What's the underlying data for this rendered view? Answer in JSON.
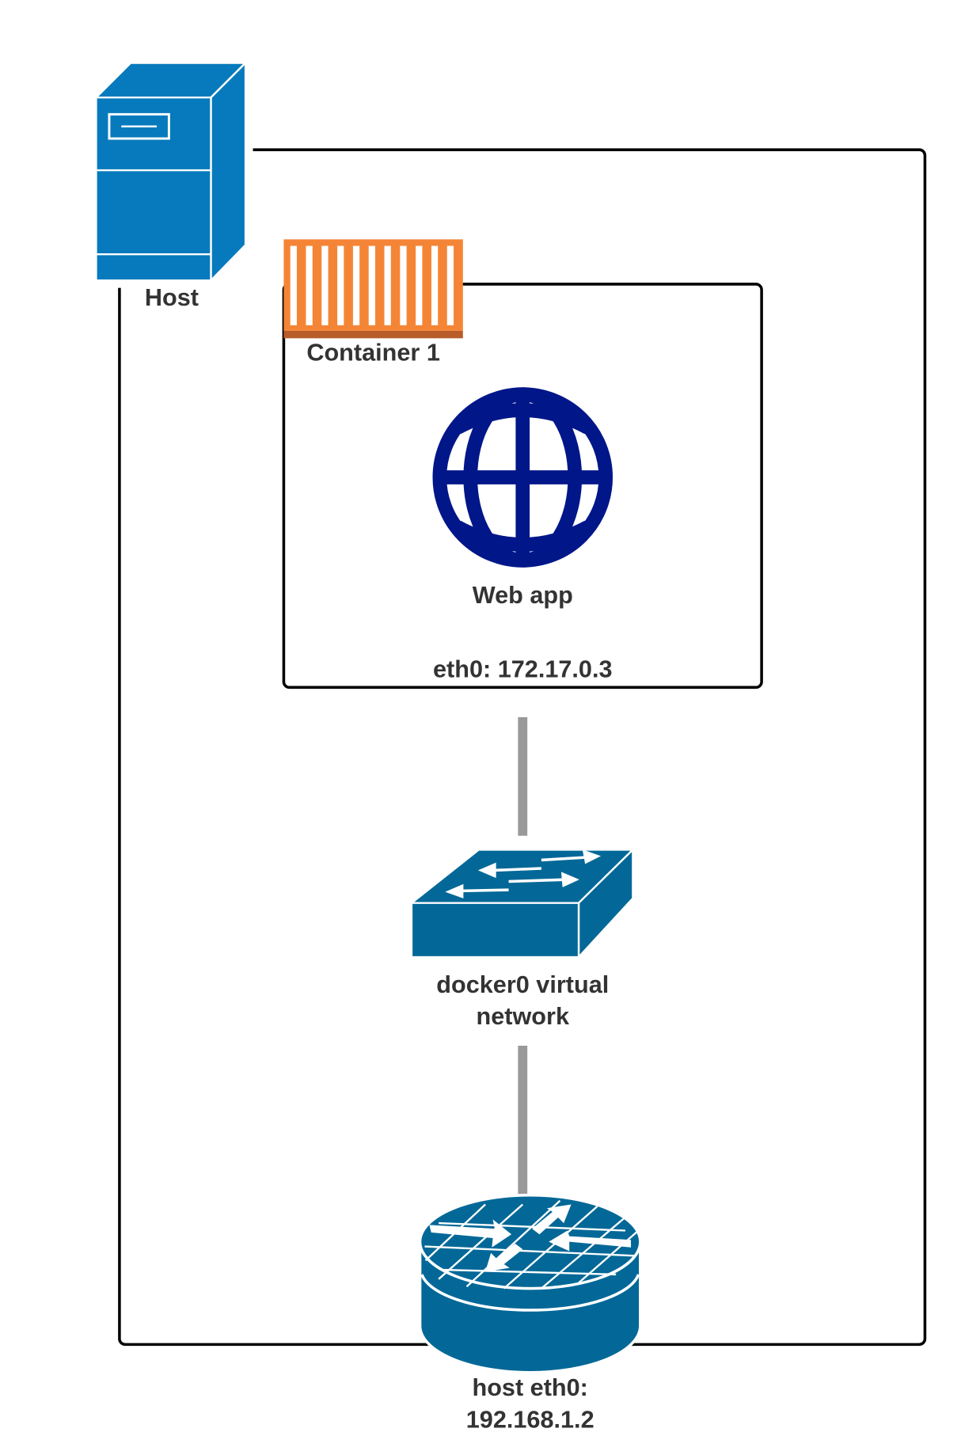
{
  "colors": {
    "host_blue": "#077ABD",
    "container_orange": "#F58536",
    "container_base": "#B85C2A",
    "globe_navy": "#001689",
    "network_blue": "#036897",
    "link_gray": "#999999",
    "text": "#333333"
  },
  "host": {
    "label": "Host",
    "icon": "server-icon"
  },
  "container": {
    "label": "Container 1",
    "icon": "container-icon"
  },
  "webapp": {
    "label": "Web app",
    "icon": "globe-icon"
  },
  "container_eth": {
    "label": "eth0: 172.17.0.3"
  },
  "bridge": {
    "line1": "docker0 virtual",
    "line2": "network",
    "icon": "switch-icon"
  },
  "host_eth": {
    "line1": "host eth0:",
    "line2": "192.168.1.2",
    "icon": "router-icon"
  }
}
